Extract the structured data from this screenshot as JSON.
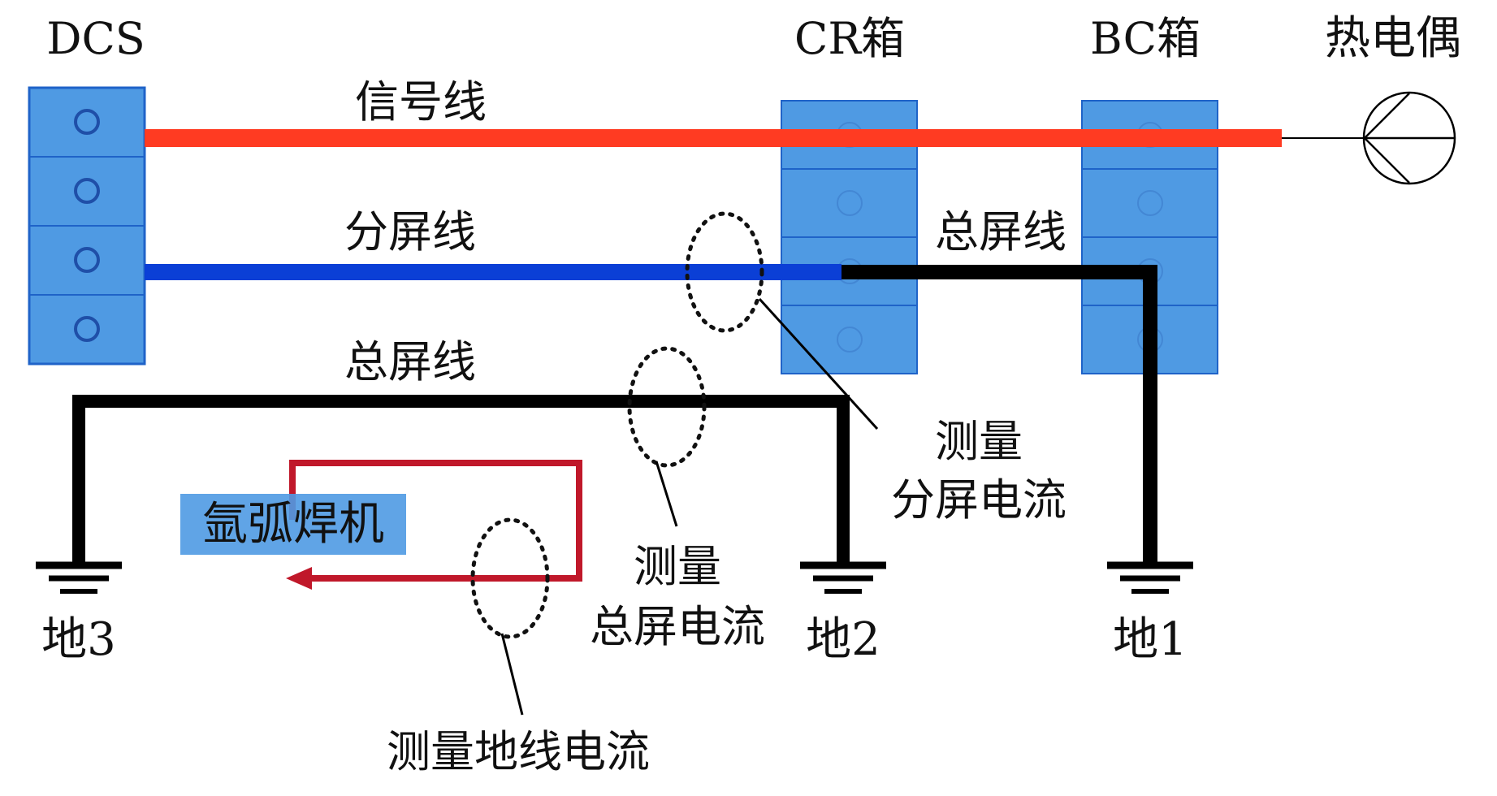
{
  "labels": {
    "dcs": "DCS",
    "cr_box": "CR箱",
    "bc_box": "BC箱",
    "thermocouple": "热电偶",
    "signal_line": "信号线",
    "branch_shield": "分屏线",
    "main_shield_left": "总屏线",
    "main_shield_right": "总屏线",
    "welder": "氩弧焊机",
    "measure_branch_l1": "测量",
    "measure_branch_l2": "分屏电流",
    "measure_main_l1": "测量",
    "measure_main_l2": "总屏电流",
    "measure_ground": "测量地线电流",
    "ground1": "地1",
    "ground2": "地2",
    "ground3": "地3"
  },
  "colors": {
    "signal_line": "#ff3b22",
    "branch_shield": "#0b3fd6",
    "main_shield": "#000000",
    "welder_loop": "#c0182a",
    "terminal_block": "#4f9ae3",
    "welder_box": "#4f9ae3"
  },
  "icons": {
    "ground": "ground-symbol-icon",
    "thermocouple": "thermocouple-icon",
    "terminal": "terminal-circle-icon",
    "current_probe": "dotted-ellipse-icon"
  }
}
